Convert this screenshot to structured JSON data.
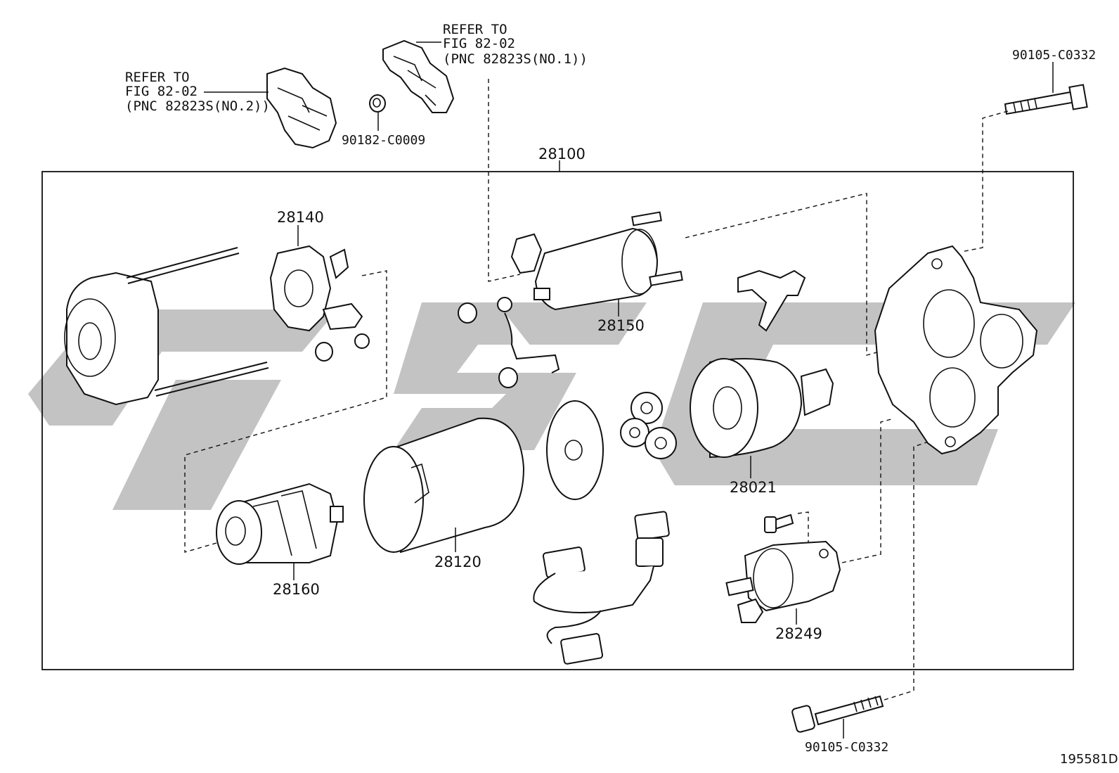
{
  "diagram": {
    "assembly_number": "28100",
    "figure_id": "195581D",
    "references": [
      {
        "lines": [
          "REFER TO",
          "FIG 82-02",
          "(PNC 82823S(NO.1))"
        ]
      },
      {
        "lines": [
          "REFER TO",
          "FIG 82-02",
          "(PNC 82823S(NO.2))"
        ]
      }
    ],
    "parts": {
      "p28140": "28140",
      "p28150": "28150",
      "p28021": "28021",
      "p28120": "28120",
      "p28160": "28160",
      "p28249": "28249",
      "nut": "90182-C0009",
      "bolt_top": "90105-C0332",
      "bolt_bottom": "90105-C0332"
    },
    "watermark_logo": "JSC",
    "line_color": "#111111",
    "watermark_color": "#b9b9b9"
  }
}
